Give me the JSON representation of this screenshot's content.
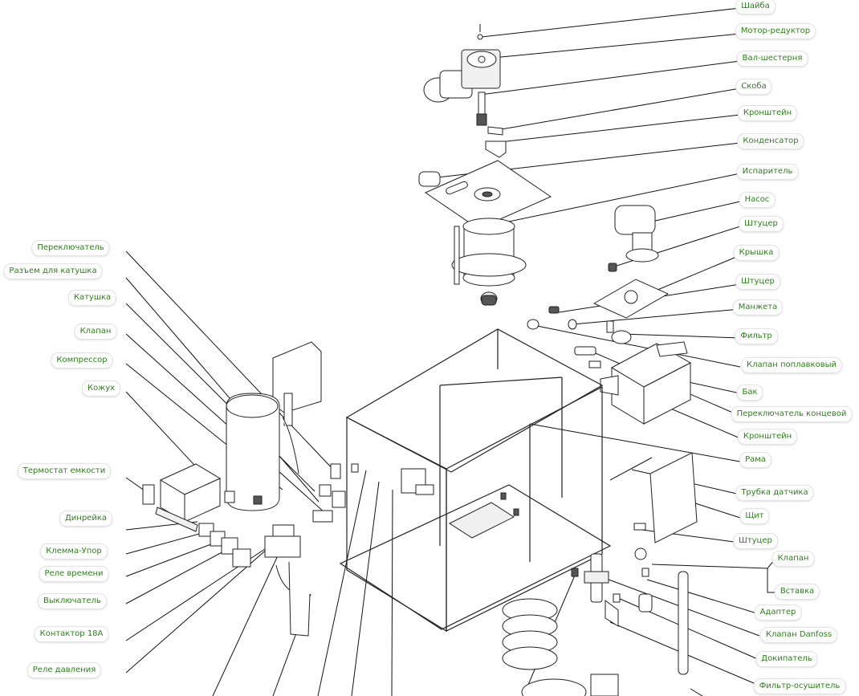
{
  "callouts": {
    "shaiba": "Шайба",
    "motor_reduktor": "Мотор-редуктор",
    "val_shesternya": "Вал-шестерня",
    "skoba": "Скоба",
    "kronshtein_top": "Кронштейн",
    "kondensator": "Конденсатор",
    "isparitel": "Испаритель",
    "nasos": "Насос",
    "shtutser_1": "Штуцер",
    "kryshka": "Крышка",
    "shtutser_2": "Штуцер",
    "manzheta": "Манжета",
    "filtr": "Фильтр",
    "klapan_poplavkovy": "Клапан поплавковый",
    "bak": "Бак",
    "pereklyuchatel_kontsevoy": "Переключатель концевой",
    "kronshtein_2": "Кронштейн",
    "rama": "Рама",
    "trubka_datchika": "Трубка датчика",
    "shchit": "Щит",
    "shtutser_3": "Штуцер",
    "klapan_right": "Клапан",
    "vstavka": "Вставка",
    "adapter": "Адаптер",
    "klapan_danfoss": "Клапан Danfoss",
    "dokipatel": "Докипатель",
    "filtr_osushitel": "Фильтр-осушитель",
    "pereklyuchatel": "Переключатель",
    "razem_dlya_katushki": "Разъем для катушка",
    "katushka": "Катушка",
    "klapan_left": "Клапан",
    "kompressor": "Компрессор",
    "kozhukh": "Кожух",
    "termostat_emkosti": "Термостат емкости",
    "dinreika": "Динрейка",
    "klemma_upor": "Клемма-Упор",
    "rele_vremeni": "Реле времени",
    "vyklyuchatel": "Выключатель",
    "kontaktor": "Контактор 18А",
    "rele_davleniya": "Реле давления"
  }
}
